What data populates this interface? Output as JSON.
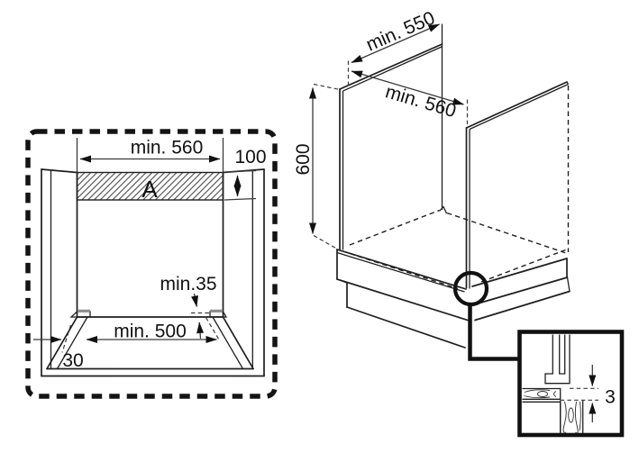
{
  "diagram": {
    "title": "oven-cabinet-installation-dimensions",
    "front_view": {
      "niche_width_label": "min. 560",
      "top_recess_label": "100",
      "vent_area_label": "A",
      "rear_clearance_label": "min.35",
      "bottom_width_label": "min. 500",
      "plinth_depth_label": "30"
    },
    "perspective_view": {
      "depth_label": "min. 550",
      "width_label": "min. 560",
      "height_label": "600"
    },
    "detail_view": {
      "gap_label": "3"
    },
    "colors": {
      "line": "#1f1f1f",
      "dimension_line": "#3a3a3a",
      "shade": "#8f8f8f",
      "background": "#ffffff"
    }
  }
}
